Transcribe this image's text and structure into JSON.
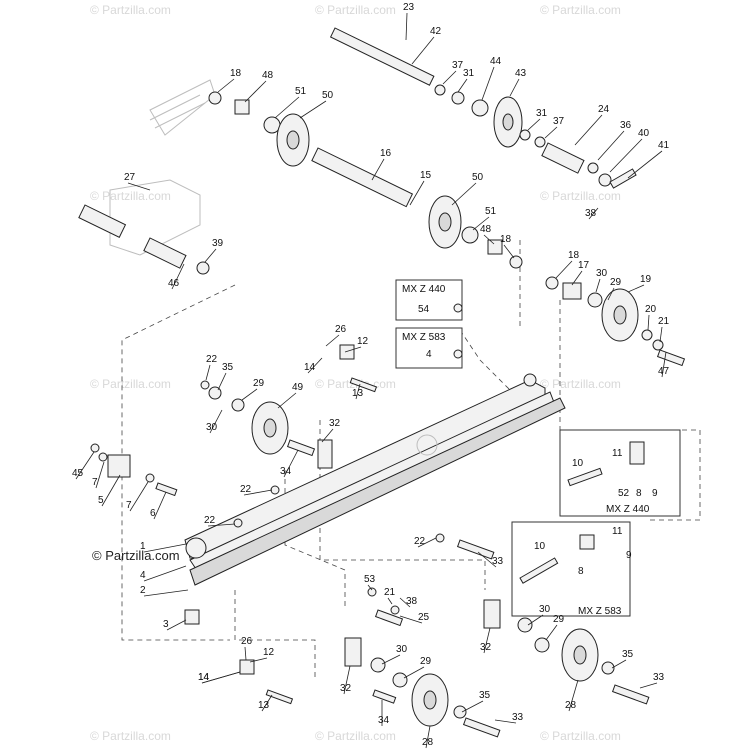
{
  "watermark": "© Partzilla.com",
  "credit": "© Partzilla.com",
  "boxes": [
    {
      "title": "MX Z 440",
      "callouts": [
        "54"
      ]
    },
    {
      "title": "MX Z 583",
      "callouts": [
        "4"
      ]
    },
    {
      "title": "MX Z 440",
      "callouts": [
        "10",
        "11",
        "52",
        "8",
        "9"
      ]
    },
    {
      "title": "MX Z 583",
      "callouts": [
        "10",
        "11",
        "9",
        "8"
      ]
    }
  ],
  "callouts": [
    "23",
    "42",
    "37",
    "31",
    "44",
    "43",
    "18",
    "48",
    "51",
    "50",
    "31",
    "37",
    "24",
    "36",
    "40",
    "41",
    "16",
    "15",
    "50",
    "38",
    "27",
    "51",
    "48",
    "18",
    "39",
    "46",
    "18",
    "17",
    "30",
    "29",
    "19",
    "20",
    "21",
    "47",
    "26",
    "12",
    "14",
    "13",
    "22",
    "35",
    "29",
    "49",
    "30",
    "32",
    "34",
    "45",
    "7",
    "5",
    "7",
    "6",
    "22",
    "22",
    "1",
    "4",
    "2",
    "3",
    "22",
    "33",
    "53",
    "21",
    "38",
    "25",
    "26",
    "12",
    "14",
    "13",
    "32",
    "30",
    "29",
    "28",
    "35",
    "33",
    "32",
    "30",
    "29",
    "28",
    "35",
    "33",
    "34",
    "14"
  ]
}
